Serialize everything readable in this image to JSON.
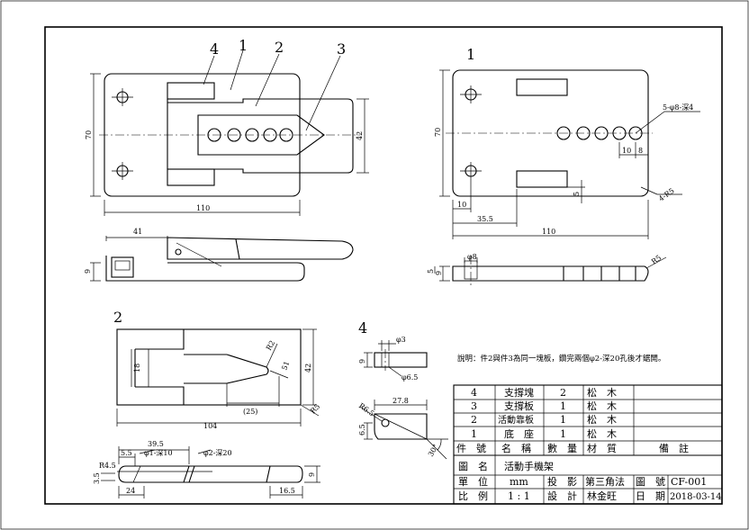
{
  "labels": {
    "main_view_callouts": [
      "4",
      "1",
      "2",
      "3"
    ],
    "part1_view": "1",
    "part2_view": "2",
    "part4_view": "4"
  },
  "dims": {
    "main_width": "110",
    "main_height": "70",
    "main_slot": "42",
    "main_side_41": "41",
    "main_side_9": "9",
    "p1_holes": "5-φ8-深4",
    "p1_70": "70",
    "p1_10a": "10",
    "p1_8": "8",
    "p1_5": "5",
    "p1_10b": "10",
    "p1_35_5": "35.5",
    "p1_110": "110",
    "p1_r": "4-R5",
    "p1_side_8": "φ8",
    "p1_side_9": "9",
    "p1_side_5": "5",
    "p1_side_r": "R5",
    "p2_18": "18",
    "p2_42": "42",
    "p2_r2": "R2",
    "p2_51": "51",
    "p2_25": "(25)",
    "p2_104": "104",
    "p2_r5": "R5",
    "p2_39_5": "39.5",
    "p2_5_5": "5.5",
    "p2_hole1": "φ1-深10",
    "p2_hole2": "φ2-深20",
    "p2_r45": "R4.5",
    "p2_3_5": "3.5",
    "p2_24": "24",
    "p2_16_5": "16.5",
    "p2_9": "9",
    "p4_3": "φ3",
    "p4_9": "9",
    "p4_6_5": "φ6.5",
    "p4_27_8": "27.8",
    "p4_r": "R6.5",
    "p4_6_5b": "6.5",
    "p4_30": "30°"
  },
  "note": "說明：件2與件3為同一塊板，鑽完兩個φ2-深20孔後才鋸開。",
  "parts_list": {
    "rows": [
      {
        "no": "4",
        "name": "支撐塊",
        "qty": "2",
        "material": "松　木",
        "remark": ""
      },
      {
        "no": "3",
        "name": "支撐板",
        "qty": "1",
        "material": "松　木",
        "remark": ""
      },
      {
        "no": "2",
        "name": "活動靠板",
        "qty": "1",
        "material": "松　木",
        "remark": ""
      },
      {
        "no": "1",
        "name": "底　座",
        "qty": "1",
        "material": "松　木",
        "remark": ""
      }
    ],
    "headers": {
      "no": "件　號",
      "name": "名　稱",
      "qty": "數　量",
      "material": "材　質",
      "remark": "備　註"
    }
  },
  "title_block": {
    "drawing_name_label": "圖　名",
    "drawing_name": "活動手機架",
    "unit_label": "單　位",
    "unit": "mm",
    "projection_label": "投　影",
    "projection": "第三角法",
    "drawing_no_label": "圖　號",
    "drawing_no": "CF-001",
    "scale_label": "比　例",
    "scale": "1 : 1",
    "designer_label": "設　計",
    "designer": "林金旺",
    "date_label": "日　期",
    "date": "2018-03-14"
  }
}
